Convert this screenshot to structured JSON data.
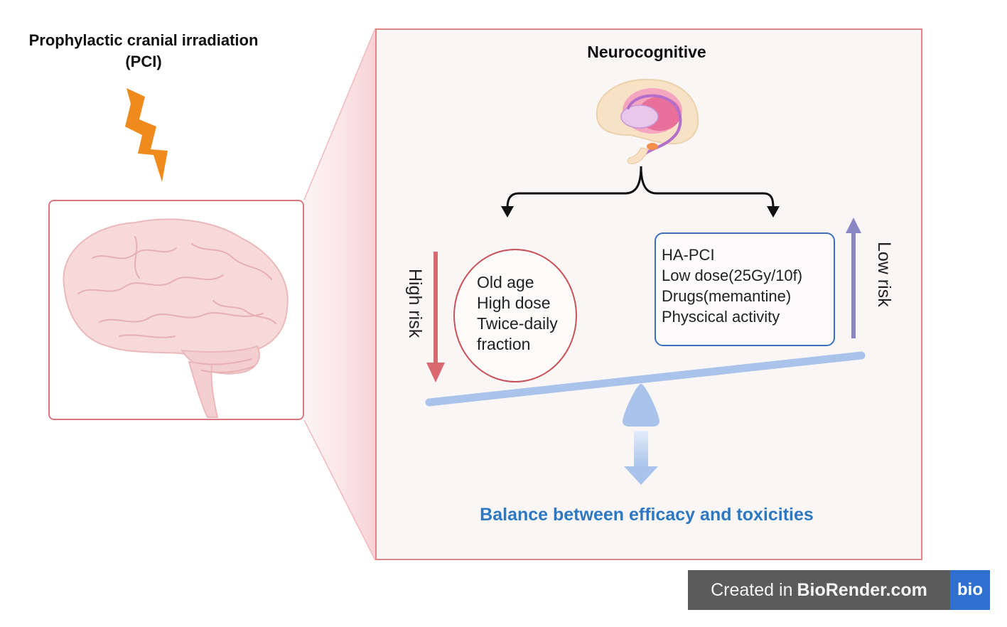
{
  "left": {
    "title_line1": "Prophylactic cranial irradiation",
    "title_line2": "(PCI)"
  },
  "panel": {
    "title": "Neurocognitive",
    "high_risk_label": "High risk",
    "low_risk_label": "Low risk",
    "risk_factors": [
      "Old age",
      "High dose",
      "Twice-daily",
      "fraction"
    ],
    "mitigations": [
      "HA-PCI",
      "Low dose(25Gy/10f)",
      "Drugs(memantine)",
      "Physcical activity"
    ],
    "caption": "Balance between efficacy and toxicities"
  },
  "badge": {
    "prefix": "Created in",
    "brand": "BioRender.com",
    "logo": "bio"
  },
  "colors": {
    "high_risk_arrow": "#d9696f",
    "low_risk_arrow": "#8a86c4",
    "seesaw": "#a9c3ea",
    "caption": "#2c78c2",
    "lightning": "#ef8a1c",
    "panel_border": "#e0878c",
    "mitigation_border": "#3c6fbf"
  },
  "icons": [
    "lightning-icon",
    "brain-icon",
    "brain-cross-section-icon",
    "seesaw-icon"
  ]
}
